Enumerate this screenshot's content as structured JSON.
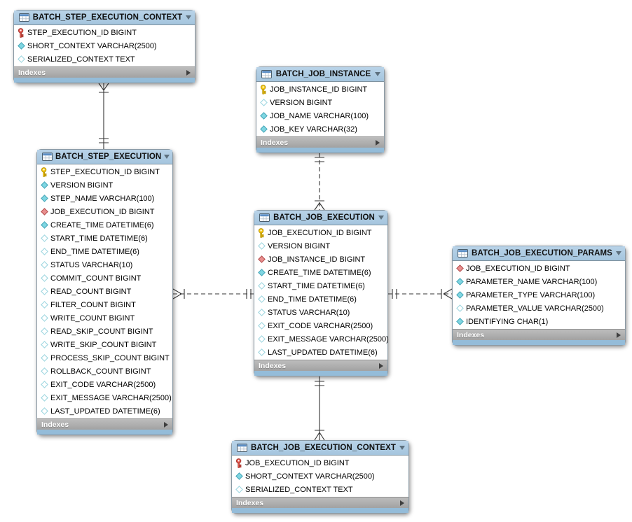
{
  "diagram": {
    "indexes_label": "Indexes",
    "tables": [
      {
        "title": "BATCH_STEP_EXECUTION_CONTEXT",
        "columns": [
          {
            "icon": "primary-foreign-key",
            "text": "STEP_EXECUTION_ID BIGINT"
          },
          {
            "icon": "not-null",
            "text": "SHORT_CONTEXT VARCHAR(2500)"
          },
          {
            "icon": "nullable",
            "text": "SERIALIZED_CONTEXT TEXT"
          }
        ]
      },
      {
        "title": "BATCH_JOB_INSTANCE",
        "columns": [
          {
            "icon": "primary-key",
            "text": "JOB_INSTANCE_ID BIGINT"
          },
          {
            "icon": "nullable",
            "text": "VERSION BIGINT"
          },
          {
            "icon": "not-null",
            "text": "JOB_NAME VARCHAR(100)"
          },
          {
            "icon": "not-null",
            "text": "JOB_KEY VARCHAR(32)"
          }
        ]
      },
      {
        "title": "BATCH_STEP_EXECUTION",
        "columns": [
          {
            "icon": "primary-key",
            "text": "STEP_EXECUTION_ID BIGINT"
          },
          {
            "icon": "not-null",
            "text": "VERSION BIGINT"
          },
          {
            "icon": "not-null",
            "text": "STEP_NAME VARCHAR(100)"
          },
          {
            "icon": "foreign-key",
            "text": "JOB_EXECUTION_ID BIGINT"
          },
          {
            "icon": "not-null",
            "text": "CREATE_TIME DATETIME(6)"
          },
          {
            "icon": "nullable",
            "text": "START_TIME DATETIME(6)"
          },
          {
            "icon": "nullable",
            "text": "END_TIME DATETIME(6)"
          },
          {
            "icon": "nullable",
            "text": "STATUS VARCHAR(10)"
          },
          {
            "icon": "nullable",
            "text": "COMMIT_COUNT BIGINT"
          },
          {
            "icon": "nullable",
            "text": "READ_COUNT BIGINT"
          },
          {
            "icon": "nullable",
            "text": "FILTER_COUNT BIGINT"
          },
          {
            "icon": "nullable",
            "text": "WRITE_COUNT BIGINT"
          },
          {
            "icon": "nullable",
            "text": "READ_SKIP_COUNT BIGINT"
          },
          {
            "icon": "nullable",
            "text": "WRITE_SKIP_COUNT BIGINT"
          },
          {
            "icon": "nullable",
            "text": "PROCESS_SKIP_COUNT BIGINT"
          },
          {
            "icon": "nullable",
            "text": "ROLLBACK_COUNT BIGINT"
          },
          {
            "icon": "nullable",
            "text": "EXIT_CODE VARCHAR(2500)"
          },
          {
            "icon": "nullable",
            "text": "EXIT_MESSAGE VARCHAR(2500)"
          },
          {
            "icon": "nullable",
            "text": "LAST_UPDATED DATETIME(6)"
          }
        ]
      },
      {
        "title": "BATCH_JOB_EXECUTION",
        "columns": [
          {
            "icon": "primary-key",
            "text": "JOB_EXECUTION_ID BIGINT"
          },
          {
            "icon": "nullable",
            "text": "VERSION BIGINT"
          },
          {
            "icon": "foreign-key",
            "text": "JOB_INSTANCE_ID BIGINT"
          },
          {
            "icon": "not-null",
            "text": "CREATE_TIME DATETIME(6)"
          },
          {
            "icon": "nullable",
            "text": "START_TIME DATETIME(6)"
          },
          {
            "icon": "nullable",
            "text": "END_TIME DATETIME(6)"
          },
          {
            "icon": "nullable",
            "text": "STATUS VARCHAR(10)"
          },
          {
            "icon": "nullable",
            "text": "EXIT_CODE VARCHAR(2500)"
          },
          {
            "icon": "nullable",
            "text": "EXIT_MESSAGE VARCHAR(2500)"
          },
          {
            "icon": "nullable",
            "text": "LAST_UPDATED DATETIME(6)"
          }
        ]
      },
      {
        "title": "BATCH_JOB_EXECUTION_PARAMS",
        "columns": [
          {
            "icon": "foreign-key",
            "text": "JOB_EXECUTION_ID BIGINT"
          },
          {
            "icon": "not-null",
            "text": "PARAMETER_NAME VARCHAR(100)"
          },
          {
            "icon": "not-null",
            "text": "PARAMETER_TYPE VARCHAR(100)"
          },
          {
            "icon": "nullable",
            "text": "PARAMETER_VALUE VARCHAR(2500)"
          },
          {
            "icon": "not-null",
            "text": "IDENTIFYING CHAR(1)"
          }
        ]
      },
      {
        "title": "BATCH_JOB_EXECUTION_CONTEXT",
        "columns": [
          {
            "icon": "primary-foreign-key",
            "text": "JOB_EXECUTION_ID BIGINT"
          },
          {
            "icon": "not-null",
            "text": "SHORT_CONTEXT VARCHAR(2500)"
          },
          {
            "icon": "nullable",
            "text": "SERIALIZED_CONTEXT TEXT"
          }
        ]
      }
    ],
    "relationships": [
      {
        "from": "BATCH_STEP_EXECUTION",
        "to": "BATCH_STEP_EXECUTION_CONTEXT",
        "line": "solid",
        "from_cardinality": "one",
        "to_cardinality": "many"
      },
      {
        "from": "BATCH_JOB_INSTANCE",
        "to": "BATCH_JOB_EXECUTION",
        "line": "dashed",
        "from_cardinality": "one",
        "to_cardinality": "many"
      },
      {
        "from": "BATCH_JOB_EXECUTION",
        "to": "BATCH_STEP_EXECUTION",
        "line": "dashed",
        "from_cardinality": "one",
        "to_cardinality": "many"
      },
      {
        "from": "BATCH_JOB_EXECUTION",
        "to": "BATCH_JOB_EXECUTION_PARAMS",
        "line": "dashed",
        "from_cardinality": "one",
        "to_cardinality": "many"
      },
      {
        "from": "BATCH_JOB_EXECUTION",
        "to": "BATCH_JOB_EXECUTION_CONTEXT",
        "line": "solid",
        "from_cardinality": "one",
        "to_cardinality": "many"
      }
    ],
    "colors": {
      "table_header": "#adcae1",
      "table_footer": "#94bcd9",
      "indexes_bar": "#b0b0b0",
      "primary_key": "#f7c90e",
      "foreign_key": "#e4574d",
      "not_null": "#7fd6e2",
      "relationship_line": "#333333"
    }
  }
}
